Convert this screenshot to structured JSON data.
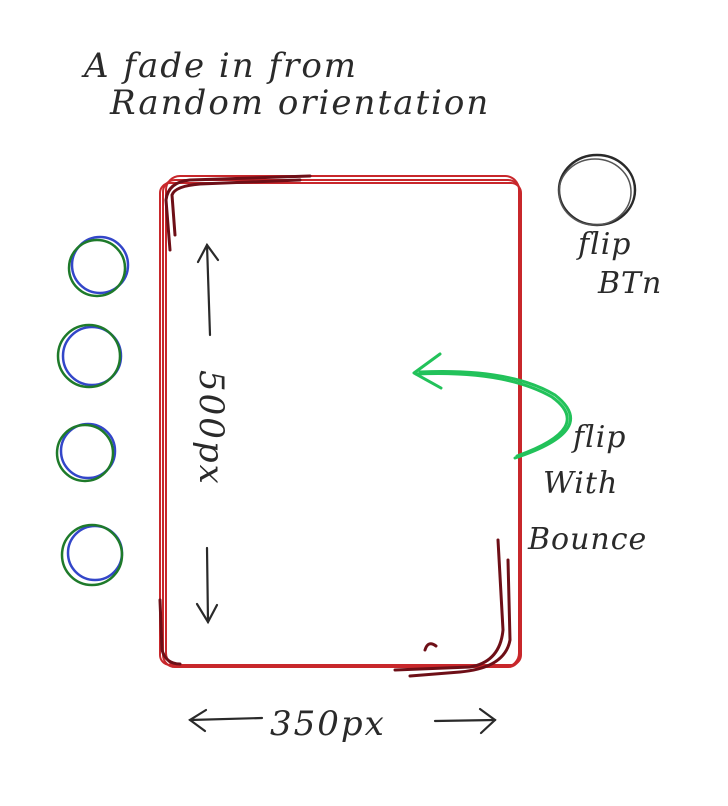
{
  "title_line1": "A fade in from",
  "title_line2": "Random orientation",
  "flip_button_label_line1": "flip",
  "flip_button_label_line2": "BTn",
  "flip_note_line1": "flip",
  "flip_note_line2": "With",
  "flip_note_line3": "Bounce",
  "height_label": "500px",
  "width_label": "350px",
  "colors": {
    "card_outline": "#c8272b",
    "card_corner": "#6e0f17",
    "flip_arrow": "#22c25a",
    "dot_blue": "#3346c9",
    "dot_green": "#1e7a2a",
    "ink": "#2a2a2a"
  },
  "icons": [
    "flip-button-circle",
    "flip-arrow-icon",
    "side-dot-icon"
  ]
}
